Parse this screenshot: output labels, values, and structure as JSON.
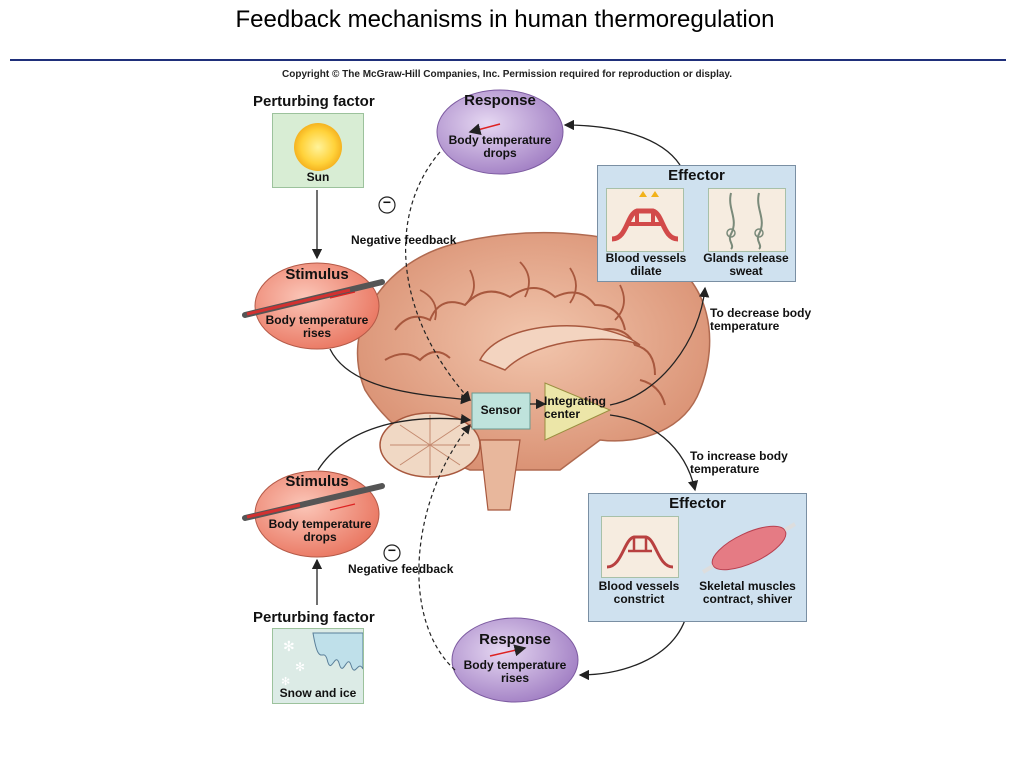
{
  "title": "Feedback mechanisms in human thermoregulation",
  "copyright": "Copyright © The McGraw-Hill Companies, Inc. Permission required for reproduction or display.",
  "top": {
    "perturbing_factor": "Perturbing factor",
    "perturbing_item": "Sun",
    "stimulus_title": "Stimulus",
    "stimulus_text": "Body temperature rises",
    "response_title": "Response",
    "response_text": "Body temperature drops",
    "negative_feedback": "Negative feedback",
    "minus_sign": "−",
    "effector_title": "Effector",
    "effector_item1": "Blood vessels dilate",
    "effector_item2": "Glands release sweat",
    "direction_label": "To decrease body temperature"
  },
  "center": {
    "sensor": "Sensor",
    "integrating_center": "Integrating center"
  },
  "bottom": {
    "direction_label": "To increase body temperature",
    "effector_title": "Effector",
    "effector_item1": "Blood vessels constrict",
    "effector_item2": "Skeletal muscles contract, shiver",
    "stimulus_title": "Stimulus",
    "stimulus_text": "Body temperature drops",
    "negative_feedback": "Negative feedback",
    "minus_sign": "−",
    "perturbing_factor": "Perturbing factor",
    "perturbing_item": "Snow and ice",
    "response_title": "Response",
    "response_text": "Body temperature rises"
  },
  "colors": {
    "title_rule": "#1f2f7a",
    "stimulus": "#f09080",
    "response": "#b89ad0",
    "effector_box": "#cfe1ef",
    "perturbing_box": "#d8edd4",
    "sensor_box": "#bfe3dc",
    "integrating_center": "#ece6a8",
    "brain": "#e4a98c"
  },
  "icons": [
    "sun-icon",
    "thermometer-icon",
    "snowflake-icon",
    "blood-vessel-icon",
    "sweat-gland-icon",
    "muscle-icon",
    "brain-illustration"
  ]
}
